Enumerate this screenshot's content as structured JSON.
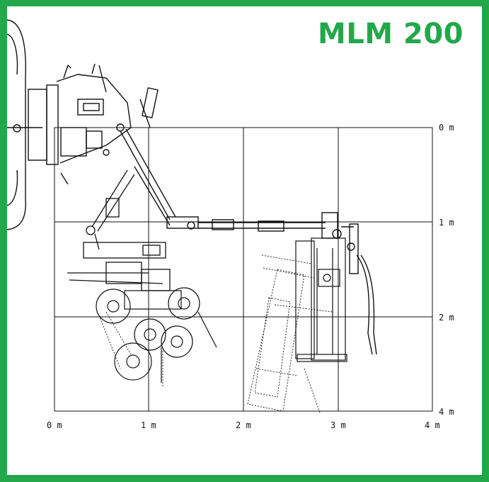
{
  "title": "MLM 200",
  "axes": {
    "x_labels": [
      "0 m",
      "1 m",
      "2 m",
      "3 m",
      "4 m"
    ],
    "y_labels": [
      "0 m",
      "1 m",
      "2 m",
      "4 m"
    ]
  },
  "colors": {
    "frame": "#22a84a",
    "title": "#22a84a",
    "lines": "#111111"
  }
}
